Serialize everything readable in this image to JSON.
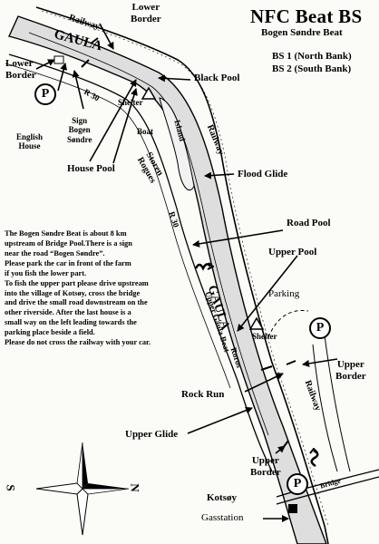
{
  "title": "NFC Beat BS",
  "subtitle": "Bogen Søndre Beat",
  "banks": [
    "BS 1 (North Bank)",
    "BS 2 (South Bank)"
  ],
  "river_label": "GAULA",
  "river_label_lower": "GAULA",
  "labels": {
    "railway_top": "Railway",
    "lower_border_top": "Lower\nBorder",
    "lower_border_left": "Lower\nBorder",
    "black_pool": "Black Pool",
    "r30_top": "R 30",
    "r30_mid": "R 30",
    "shelter_top": "Shelter",
    "boat": "Boat",
    "island": "Island",
    "railway_mid": "Railway",
    "english_house": "English\nHouse",
    "sign": "Sign\nBogen\nSøndre",
    "house_pool": "House Pool",
    "storen_rogues": "Storen\nRogues",
    "flood_glide": "Flood Glide",
    "road_pool": "Road Pool",
    "upper_pool": "Upper Pool",
    "parking": "Parking",
    "upper_gaula_beat": "Upper Gaula Beat",
    "roros": "Roros",
    "shelter_low": "Shelter",
    "upper_border_right": "Upper\nBorder",
    "railway_low": "Railway",
    "rock_run": "Rock Run",
    "upper_glide": "Upper Glide",
    "upper_border_low": "Upper\nBorder",
    "bridge": "Bridge",
    "kotsoy": "Kotsøy",
    "gasstation": "Gasstation"
  },
  "parking_symbol": "P",
  "compass": {
    "south": "S",
    "north": "N"
  },
  "description": [
    "The Bogen Søndre Beat is about 8 km",
    "upstream of  Bridge Pool.There is a sign",
    "near the road “Bogen Søndre”.",
    "Please park the car in front of  the farm",
    " if you fish the lower part.",
    "To fish the upper part please drive upstream",
    "into the village of  Kotsøy, cross the bridge",
    "and drive the small road downstream on the",
    "other riverside. After the last house is a",
    "small way on the left leading towards the",
    "parking place beside a field.",
    "Please do not cross the railway with your car."
  ],
  "icons": [
    "parking-icon",
    "shelter-icon",
    "fish-icon",
    "compass-icon",
    "gasstation-icon",
    "arrow-icon"
  ]
}
